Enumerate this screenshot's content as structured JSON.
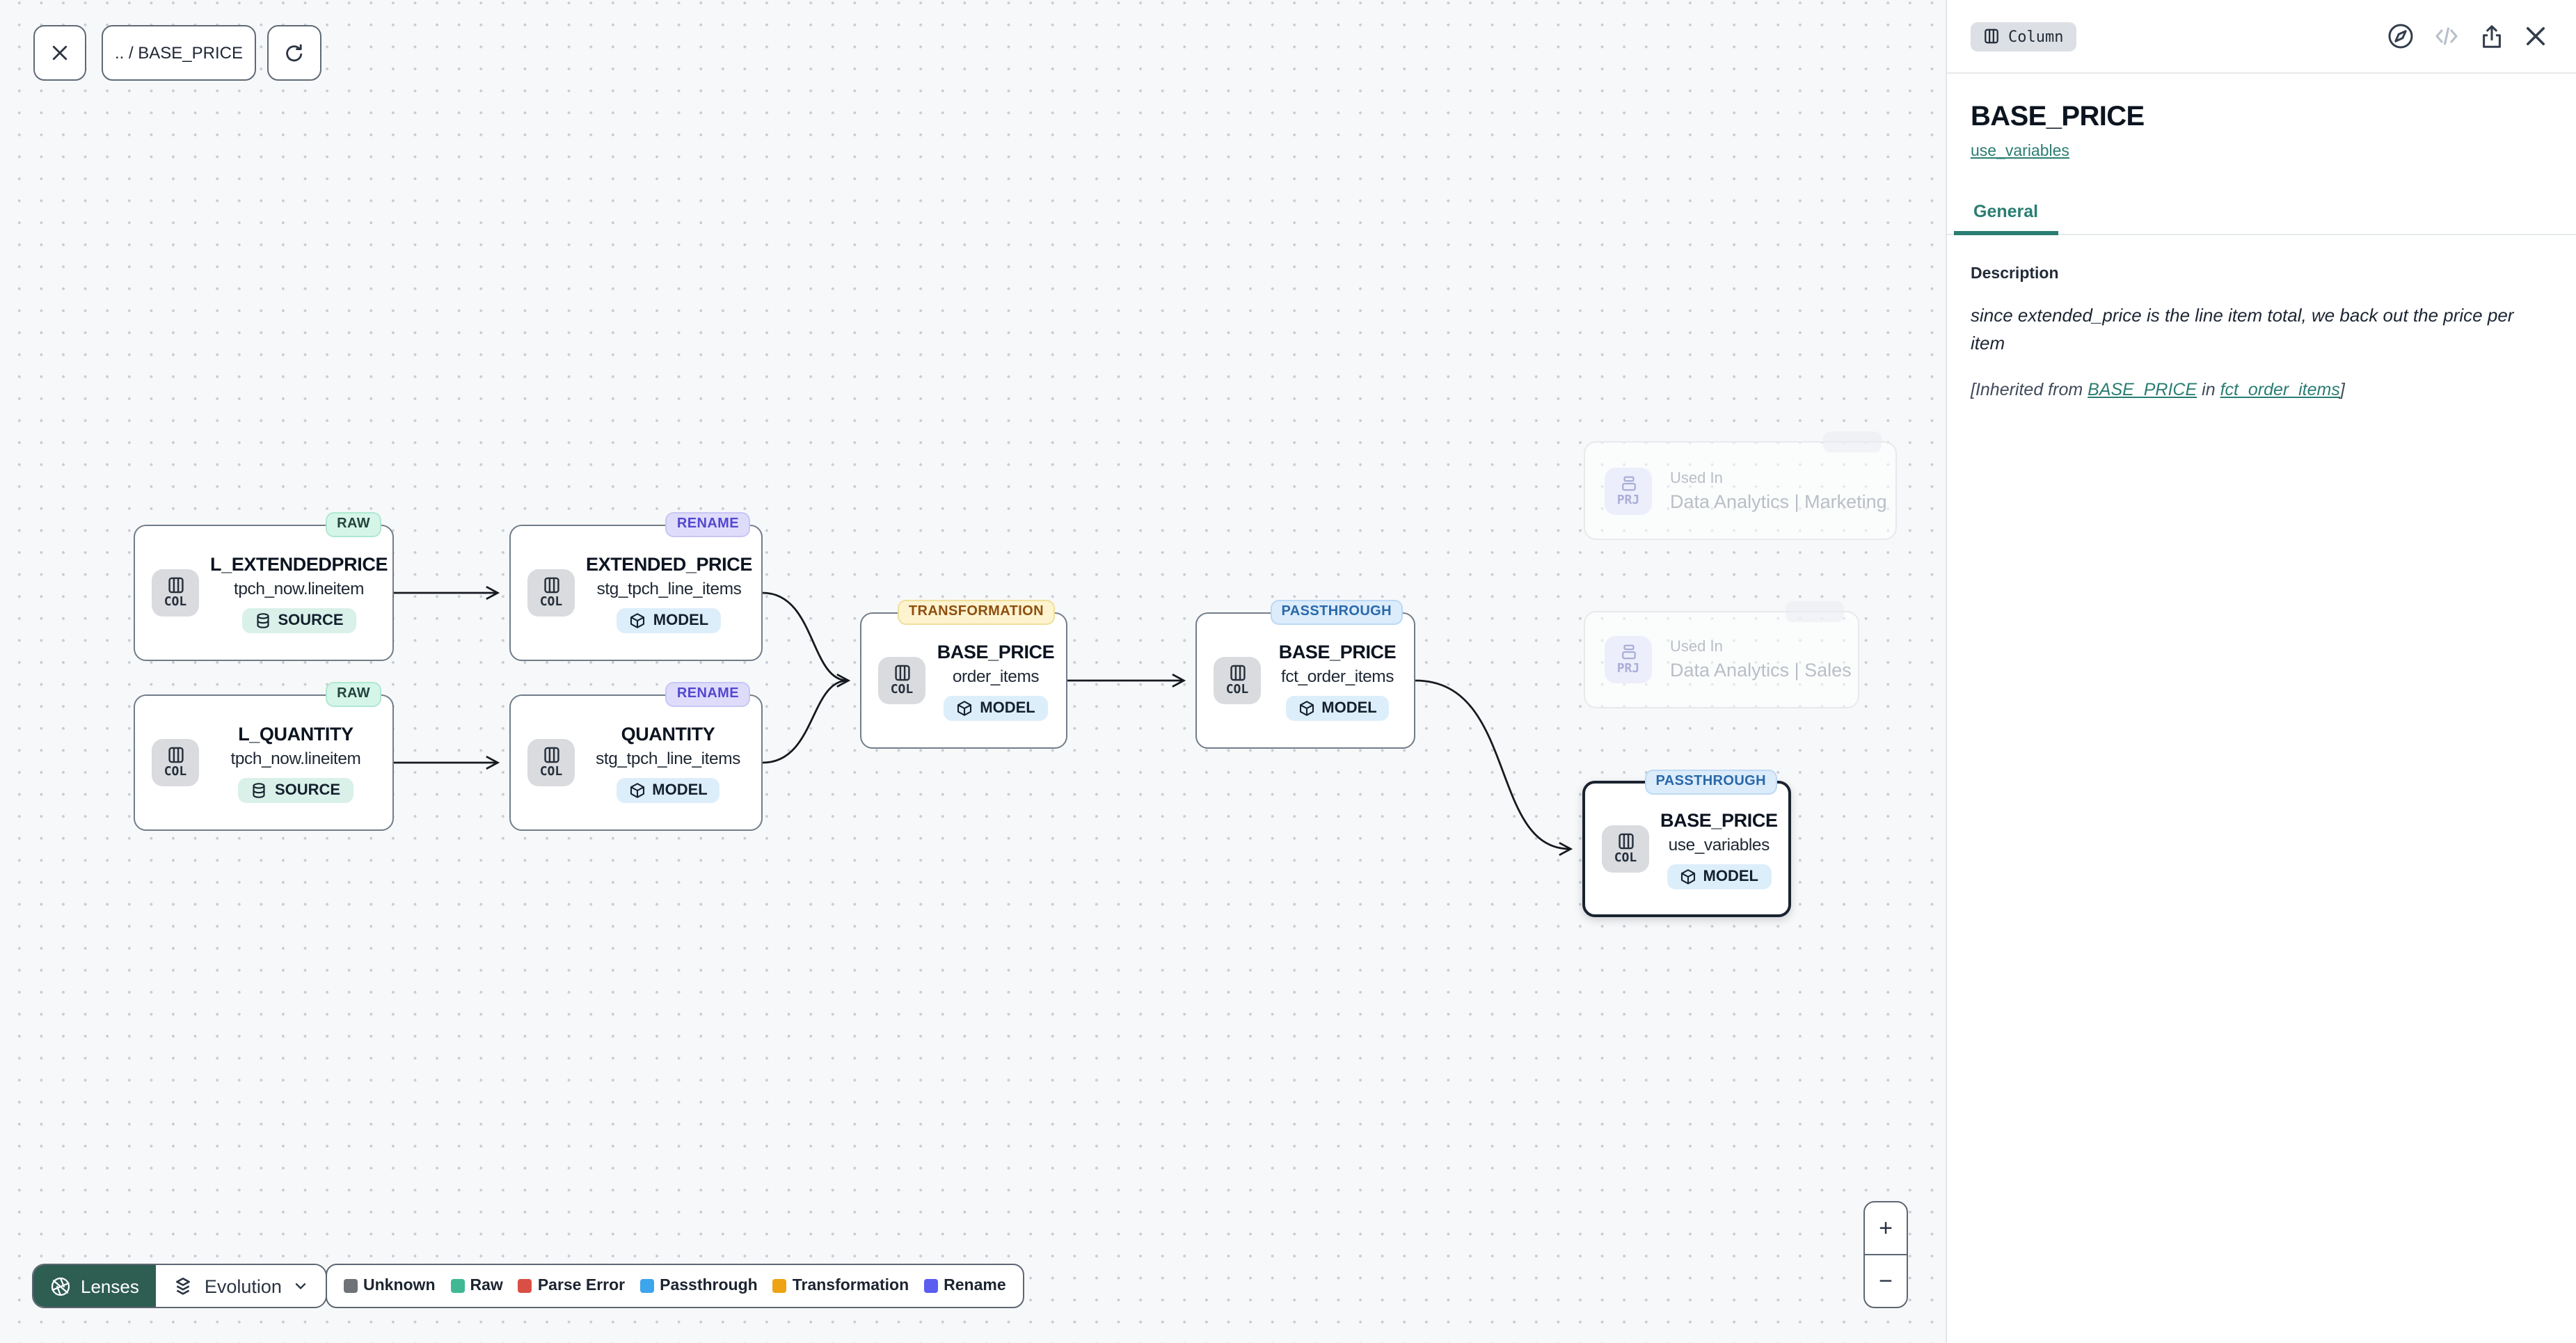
{
  "toolbar": {
    "breadcrumb": ".. / BASE_PRICE"
  },
  "nodes": [
    {
      "badge": "RAW",
      "kind": "COL",
      "title": "L_EXTENDEDPRICE",
      "subtitle": "tpch_now.lineitem",
      "pill": "SOURCE"
    },
    {
      "badge": "RENAME",
      "kind": "COL",
      "title": "EXTENDED_PRICE",
      "subtitle": "stg_tpch_line_items",
      "pill": "MODEL"
    },
    {
      "badge": "RAW",
      "kind": "COL",
      "title": "L_QUANTITY",
      "subtitle": "tpch_now.lineitem",
      "pill": "SOURCE"
    },
    {
      "badge": "RENAME",
      "kind": "COL",
      "title": "QUANTITY",
      "subtitle": "stg_tpch_line_items",
      "pill": "MODEL"
    },
    {
      "badge": "TRANSFORMATION",
      "kind": "COL",
      "title": "BASE_PRICE",
      "subtitle": "order_items",
      "pill": "MODEL"
    },
    {
      "badge": "PASSTHROUGH",
      "kind": "COL",
      "title": "BASE_PRICE",
      "subtitle": "fct_order_items",
      "pill": "MODEL"
    },
    {
      "badge": "PASSTHROUGH",
      "kind": "COL",
      "title": "BASE_PRICE",
      "subtitle": "use_variables",
      "pill": "MODEL"
    }
  ],
  "ghosts": [
    {
      "kind": "PRJ",
      "label": "Used In",
      "name": "Data Analytics | Marketing"
    },
    {
      "kind": "PRJ",
      "label": "Used In",
      "name": "Data Analytics | Sales"
    }
  ],
  "lenses": {
    "button": "Lenses",
    "selected_lens": "Evolution"
  },
  "legend": {
    "items": [
      {
        "label": "Unknown",
        "color": "#6f7377"
      },
      {
        "label": "Raw",
        "color": "#41b894"
      },
      {
        "label": "Parse Error",
        "color": "#d94f46"
      },
      {
        "label": "Passthrough",
        "color": "#3da5ec"
      },
      {
        "label": "Transformation",
        "color": "#eda313"
      },
      {
        "label": "Rename",
        "color": "#5a5df0"
      }
    ]
  },
  "zoom_controls": {
    "zoom_in": "+",
    "zoom_out": "−"
  },
  "panel": {
    "type_badge": "Column",
    "title": "BASE_PRICE",
    "model_link": "use_variables",
    "tabs": [
      {
        "label": "General"
      }
    ],
    "description_heading": "Description",
    "description": "since extended_price is the line item total, we back out the price per item",
    "inherited": {
      "prefix": "[Inherited from ",
      "column_link": "BASE_PRICE",
      "middle": " in ",
      "model_link": "fct_order_items",
      "suffix": "]"
    }
  },
  "colors": {
    "accent_teal": "#2a7d72",
    "lenses_green": "#2e5d52",
    "canvas_bg": "#f7f8f9",
    "edge": "#161a20",
    "badge_raw_bg": "#d6f5e9",
    "badge_rename_bg": "#dedcfa",
    "badge_transformation_bg": "#fdf3cf",
    "badge_passthrough_bg": "#dcecfb"
  }
}
